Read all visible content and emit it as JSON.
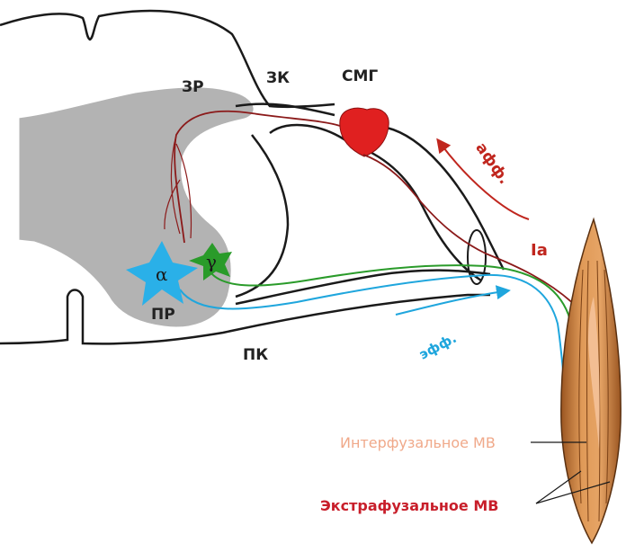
{
  "labels": {
    "dorsal_horn": "ЗР",
    "dorsal_root": "ЗК",
    "spinal_ganglion": "СМГ",
    "ventral_horn": "ПР",
    "ventral_root": "ПК",
    "afferent": "афф.",
    "efferent": "эфф.",
    "ia_fiber": "Ia",
    "alpha_neuron": "α",
    "gamma_neuron": "γ",
    "intrafusal_fiber": "Интерфузальное МВ",
    "extrafusal_fiber": "Экстрафузальное МВ"
  },
  "colors": {
    "gray_matter": "#b3b3b3",
    "afferent": "#c0261e",
    "ia_fiber": "#8b1a1a",
    "efferent_alpha": "#1fa6dd",
    "efferent_gamma": "#2a9b2a",
    "ganglion": "#e02020",
    "muscle": "#d88a4a",
    "muscle_dark": "#9a5521",
    "intrafusal_label": "#f0a98a",
    "extrafusal_label": "#c81e2a"
  }
}
